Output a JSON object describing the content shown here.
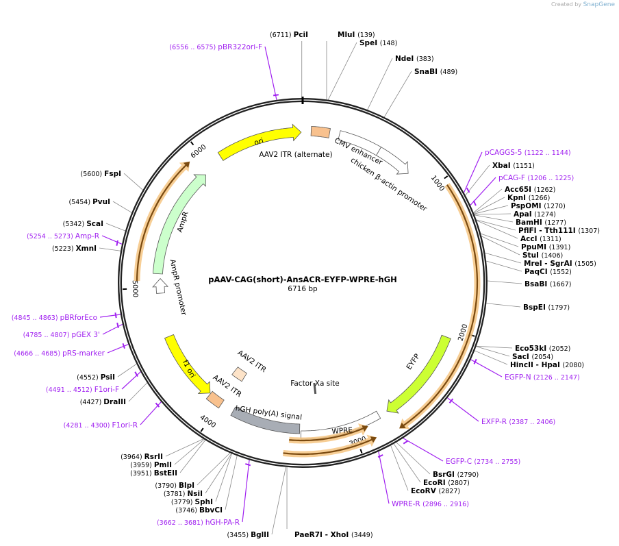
{
  "credit": {
    "prefix": "Created by",
    "brand": "SnapGene"
  },
  "plasmid": {
    "name": "pAAV-CAG(short)-AnsACR-EYFP-WPRE-hGH",
    "size_label": "6716 bp",
    "length": 6716
  },
  "ticks": [
    "1000",
    "2000",
    "3000",
    "4000",
    "5000",
    "6000"
  ],
  "colors": {
    "backbone": "#222222",
    "enzyme_line": "#888888",
    "primer": "#a020f0",
    "orange": "#f5c27a"
  },
  "features": [
    {
      "label": "ori",
      "start": 6100,
      "end": 6706,
      "dir": "cw",
      "color": "#ffff00"
    },
    {
      "label": "AAV2 ITR (alternate)",
      "start": 60,
      "end": 190,
      "dir": "none",
      "color": "#f8c18e"
    },
    {
      "label": "CMV enhancer",
      "start": 260,
      "end": 560,
      "dir": "none",
      "color": "#ffffff"
    },
    {
      "label": "chicken β-actin promoter",
      "start": 560,
      "end": 820,
      "dir": "cw",
      "color": "#ffffff"
    },
    {
      "label": "",
      "start": 1041,
      "end": 2731,
      "dir": "cw",
      "color": "#f5c27a"
    },
    {
      "label": "EYFP",
      "start": 2063,
      "end": 2737,
      "dir": "cw",
      "color": "#ccff33"
    },
    {
      "label": "WPRE",
      "start": 2800,
      "end": 3370,
      "dir": "none",
      "color": "#ffffff"
    },
    {
      "label": "",
      "start": 2900,
      "end": 3450,
      "dir": "ccw",
      "color": "#f5c27a"
    },
    {
      "label": "",
      "start": 2880,
      "end": 3480,
      "dir": "ccw",
      "color": "#f5c27a"
    },
    {
      "label": "Factor Xa site",
      "start": 3235,
      "end": 3250,
      "dir": "none",
      "color": "#ffffff"
    },
    {
      "label": "hGH poly(A) signal",
      "start": 3380,
      "end": 3890,
      "dir": "none",
      "color": "#a8adb5"
    },
    {
      "label": "AAV2 ITR",
      "start": 3990,
      "end": 4100,
      "dir": "none",
      "color": "#f8c18e"
    },
    {
      "label": "AAV2 ITR",
      "start": 3950,
      "end": 4060,
      "dir": "none",
      "color": "#fde3c8"
    },
    {
      "label": "f1 ori",
      "start": 4105,
      "end": 4630,
      "dir": "ccw",
      "color": "#ffff00"
    },
    {
      "label": "AmpR promoter",
      "start": 4960,
      "end": 5070,
      "dir": "cw",
      "color": "#ffffff"
    },
    {
      "label": "AmpR",
      "start": 5105,
      "end": 5935,
      "dir": "cw",
      "color": "#ccffcc"
    },
    {
      "label": "",
      "start": 5050,
      "end": 5915,
      "dir": "cw",
      "color": "#f5c27a"
    }
  ],
  "sites": [
    {
      "name": "PciI",
      "pos": "(6711)",
      "bp": 6711
    },
    {
      "name": "MluI",
      "pos": "(139)",
      "bp": 139
    },
    {
      "name": "SpeI",
      "pos": "(148)",
      "bp": 148
    },
    {
      "name": "NdeI",
      "pos": "(383)",
      "bp": 383
    },
    {
      "name": "SnaBI",
      "pos": "(489)",
      "bp": 489
    },
    {
      "name": "XbaI",
      "pos": "(1151)",
      "bp": 1151
    },
    {
      "name": "Acc65I",
      "pos": "(1262)",
      "bp": 1262
    },
    {
      "name": "KpnI",
      "pos": "(1266)",
      "bp": 1266
    },
    {
      "name": "PspOMI",
      "pos": "(1270)",
      "bp": 1270
    },
    {
      "name": "ApaI",
      "pos": "(1274)",
      "bp": 1274
    },
    {
      "name": "BamHI",
      "pos": "(1277)",
      "bp": 1277
    },
    {
      "name": "PflFI  - Tth111I",
      "pos": "(1307)",
      "bp": 1307
    },
    {
      "name": "AccI",
      "pos": "(1311)",
      "bp": 1311
    },
    {
      "name": "PpuMI",
      "pos": "(1391)",
      "bp": 1391
    },
    {
      "name": "StuI",
      "pos": "(1406)",
      "bp": 1406
    },
    {
      "name": "MreI  - SgrAI",
      "pos": "(1505)",
      "bp": 1505
    },
    {
      "name": "PaqCI",
      "pos": "(1552)",
      "bp": 1552
    },
    {
      "name": "BsaBI",
      "pos": "(1667)",
      "bp": 1667
    },
    {
      "name": "BspEI",
      "pos": "(1797)",
      "bp": 1797
    },
    {
      "name": "Eco53kI",
      "pos": "(2052)",
      "bp": 2052
    },
    {
      "name": "SacI",
      "pos": "(2054)",
      "bp": 2054
    },
    {
      "name": "HincII  - HpaI",
      "pos": "(2080)",
      "bp": 2080
    },
    {
      "name": "BsrGI",
      "pos": "(2790)",
      "bp": 2790
    },
    {
      "name": "EcoRI",
      "pos": "(2807)",
      "bp": 2807
    },
    {
      "name": "EcoRV",
      "pos": "(2827)",
      "bp": 2827
    },
    {
      "name": "PaeR7I  - XhoI",
      "pos": "(3449)",
      "bp": 3449
    },
    {
      "name": "BglII",
      "pos": "(3455)",
      "bp": 3455
    },
    {
      "name": "BbvCI",
      "pos": "(3746)",
      "bp": 3746
    },
    {
      "name": "SphI",
      "pos": "(3779)",
      "bp": 3779
    },
    {
      "name": "NsiI",
      "pos": "(3781)",
      "bp": 3781
    },
    {
      "name": "BlpI",
      "pos": "(3790)",
      "bp": 3790
    },
    {
      "name": "BstEII",
      "pos": "(3951)",
      "bp": 3951
    },
    {
      "name": "PmlI",
      "pos": "(3959)",
      "bp": 3959
    },
    {
      "name": "RsrII",
      "pos": "(3964)",
      "bp": 3964
    },
    {
      "name": "DraIII",
      "pos": "(4427)",
      "bp": 4427
    },
    {
      "name": "PsiI",
      "pos": "(4552)",
      "bp": 4552
    },
    {
      "name": "XmnI",
      "pos": "(5223)",
      "bp": 5223
    },
    {
      "name": "ScaI",
      "pos": "(5342)",
      "bp": 5342
    },
    {
      "name": "PvuI",
      "pos": "(5454)",
      "bp": 5454
    },
    {
      "name": "FspI",
      "pos": "(5600)",
      "bp": 5600
    }
  ],
  "primers": [
    {
      "name": "pBR322ori-F",
      "pos": "(6556 .. 6575)",
      "bp": 6565
    },
    {
      "name": "pCAGGS-5",
      "pos": "(1122 .. 1144)",
      "bp": 1133
    },
    {
      "name": "pCAG-F",
      "pos": "(1206 .. 1225)",
      "bp": 1215
    },
    {
      "name": "EGFP-N",
      "pos": "(2126 .. 2147)",
      "bp": 2136
    },
    {
      "name": "EXFP-R",
      "pos": "(2387 .. 2406)",
      "bp": 2396
    },
    {
      "name": "EGFP-C",
      "pos": "(2734 .. 2755)",
      "bp": 2744
    },
    {
      "name": "WPRE-R",
      "pos": "(2896 .. 2916)",
      "bp": 2906
    },
    {
      "name": "hGH-PA-R",
      "pos": "(3662 .. 3681)",
      "bp": 3671
    },
    {
      "name": "F1ori-R",
      "pos": "(4281 .. 4300)",
      "bp": 4290
    },
    {
      "name": "F1ori-F",
      "pos": "(4491 .. 4512)",
      "bp": 4501
    },
    {
      "name": "pRS-marker",
      "pos": "(4666 .. 4685)",
      "bp": 4675
    },
    {
      "name": "pGEX 3'",
      "pos": "(4785 .. 4807)",
      "bp": 4796
    },
    {
      "name": "pBRforEco",
      "pos": "(4845 .. 4863)",
      "bp": 4854
    },
    {
      "name": "Amp-R",
      "pos": "(5254 .. 5273)",
      "bp": 5263
    }
  ]
}
